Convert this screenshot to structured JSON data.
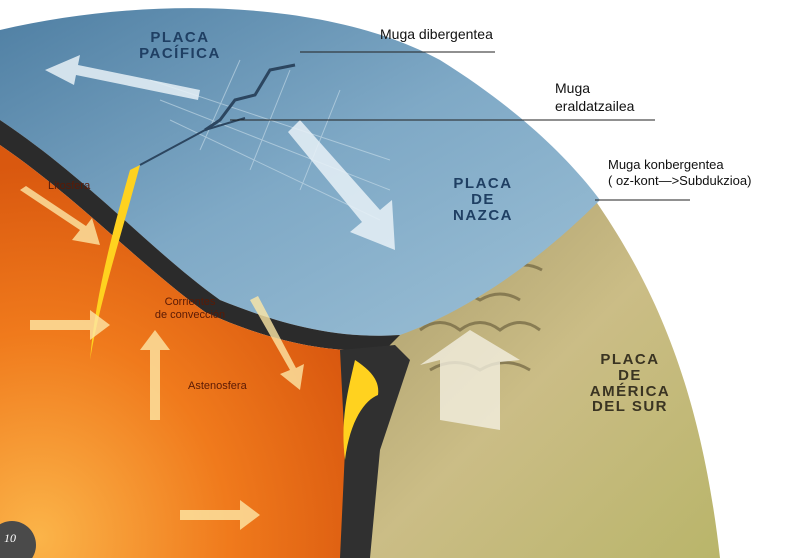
{
  "plates": {
    "pacific": [
      "PLACA",
      "PACÍFICA"
    ],
    "nazca": [
      "PLACA",
      "DE",
      "NAZCA"
    ],
    "south_america": [
      "PLACA",
      "DE",
      "AMÉRICA",
      "DEL SUR"
    ]
  },
  "inner_labels": {
    "litosfera": "Litosfera",
    "corrientes": [
      "Corrientes",
      "de convección"
    ],
    "astenosfera": "Astenosfera"
  },
  "callouts": {
    "divergent": "Muga dibergentea",
    "transform": [
      "Muga",
      "eraldatzailea"
    ],
    "convergent": [
      "Muga konbergentea",
      "( oz-kont—>Subdukzioa)"
    ]
  },
  "page_number": "10",
  "colors": {
    "ocean": "#7fa9c6",
    "ocean_dark": "#4f7fa3",
    "land": "#c8bb86",
    "mantle": "#f07a1c",
    "mantle_light": "#fbb449",
    "crust": "#2b2b2b",
    "magma": "#ffd21f"
  }
}
